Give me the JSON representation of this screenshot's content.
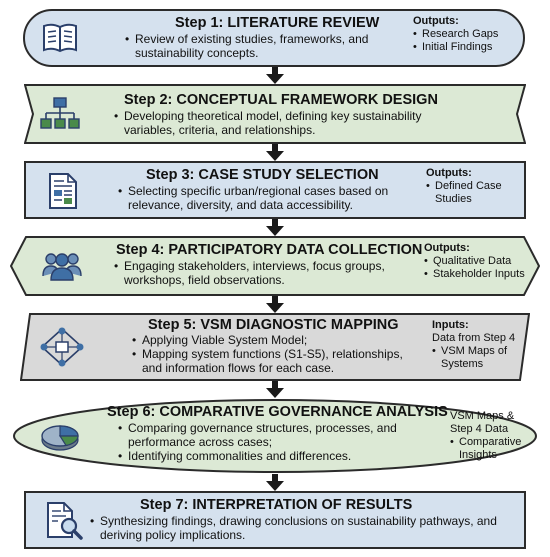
{
  "steps": [
    {
      "title": "Step 1: LITERATURE REVIEW",
      "bullets": [
        "Review of existing studies, frameworks, and sustainability concepts."
      ],
      "side_head": "Outputs:",
      "side_items": [
        "Research Gaps",
        "Initial Findings"
      ],
      "icon": "book-icon",
      "color": "#d5e1ee"
    },
    {
      "title": "Step 2: CONCEPTUAL FRAMEWORK DESIGN",
      "bullets": [
        "Developing theoretical model, defining key sustainability variables, criteria, and relationships."
      ],
      "icon": "hierarchy-icon",
      "color": "#dce9d5"
    },
    {
      "title": "Step 3: CASE STUDY SELECTION",
      "bullets": [
        "Selecting specific urban/regional cases based on relevance, diversity, and data accessibility."
      ],
      "side_head": "Outputs:",
      "side_items": [
        "Defined Case Studies"
      ],
      "icon": "document-icon",
      "color": "#d5e1ee"
    },
    {
      "title": "Step 4: PARTICIPATORY DATA COLLECTION",
      "bullets": [
        "Engaging stakeholders, interviews, focus groups, workshops, field observations."
      ],
      "side_head": "Outputs:",
      "side_items": [
        "Qualitative Data",
        "Stakeholder Inputs"
      ],
      "icon": "people-icon",
      "color": "#dce9d5"
    },
    {
      "title": "Step 5: VSM DIAGNOSTIC MAPPING",
      "bullets": [
        "Applying Viable System Model;",
        "Mapping system functions (S1-S5), relationships, and information flows for each case."
      ],
      "side_head": "Inputs:",
      "side_plain": "Data from Step 4",
      "side_items": [
        "VSM Maps of Systems"
      ],
      "icon": "network-icon",
      "color": "#d9d9d9"
    },
    {
      "title": "Step 6: COMPARATIVE GOVERNANCE ANALYSIS",
      "bullets": [
        "Comparing governance structures, processes, and performance across cases;",
        "Identifying commonalities and differences."
      ],
      "side_plain": "VSM Maps & Step 4 Data",
      "side_items": [
        "Comparative Insights"
      ],
      "icon": "pie-chart-icon",
      "color": "#dce9d5"
    },
    {
      "title": "Step 7: INTERPRETATION OF RESULTS",
      "bullets": [
        "Synthesizing findings, drawing conclusions on sustainability pathways, and deriving policy implications."
      ],
      "icon": "magnifier-document-icon",
      "color": "#d5e1ee"
    }
  ]
}
